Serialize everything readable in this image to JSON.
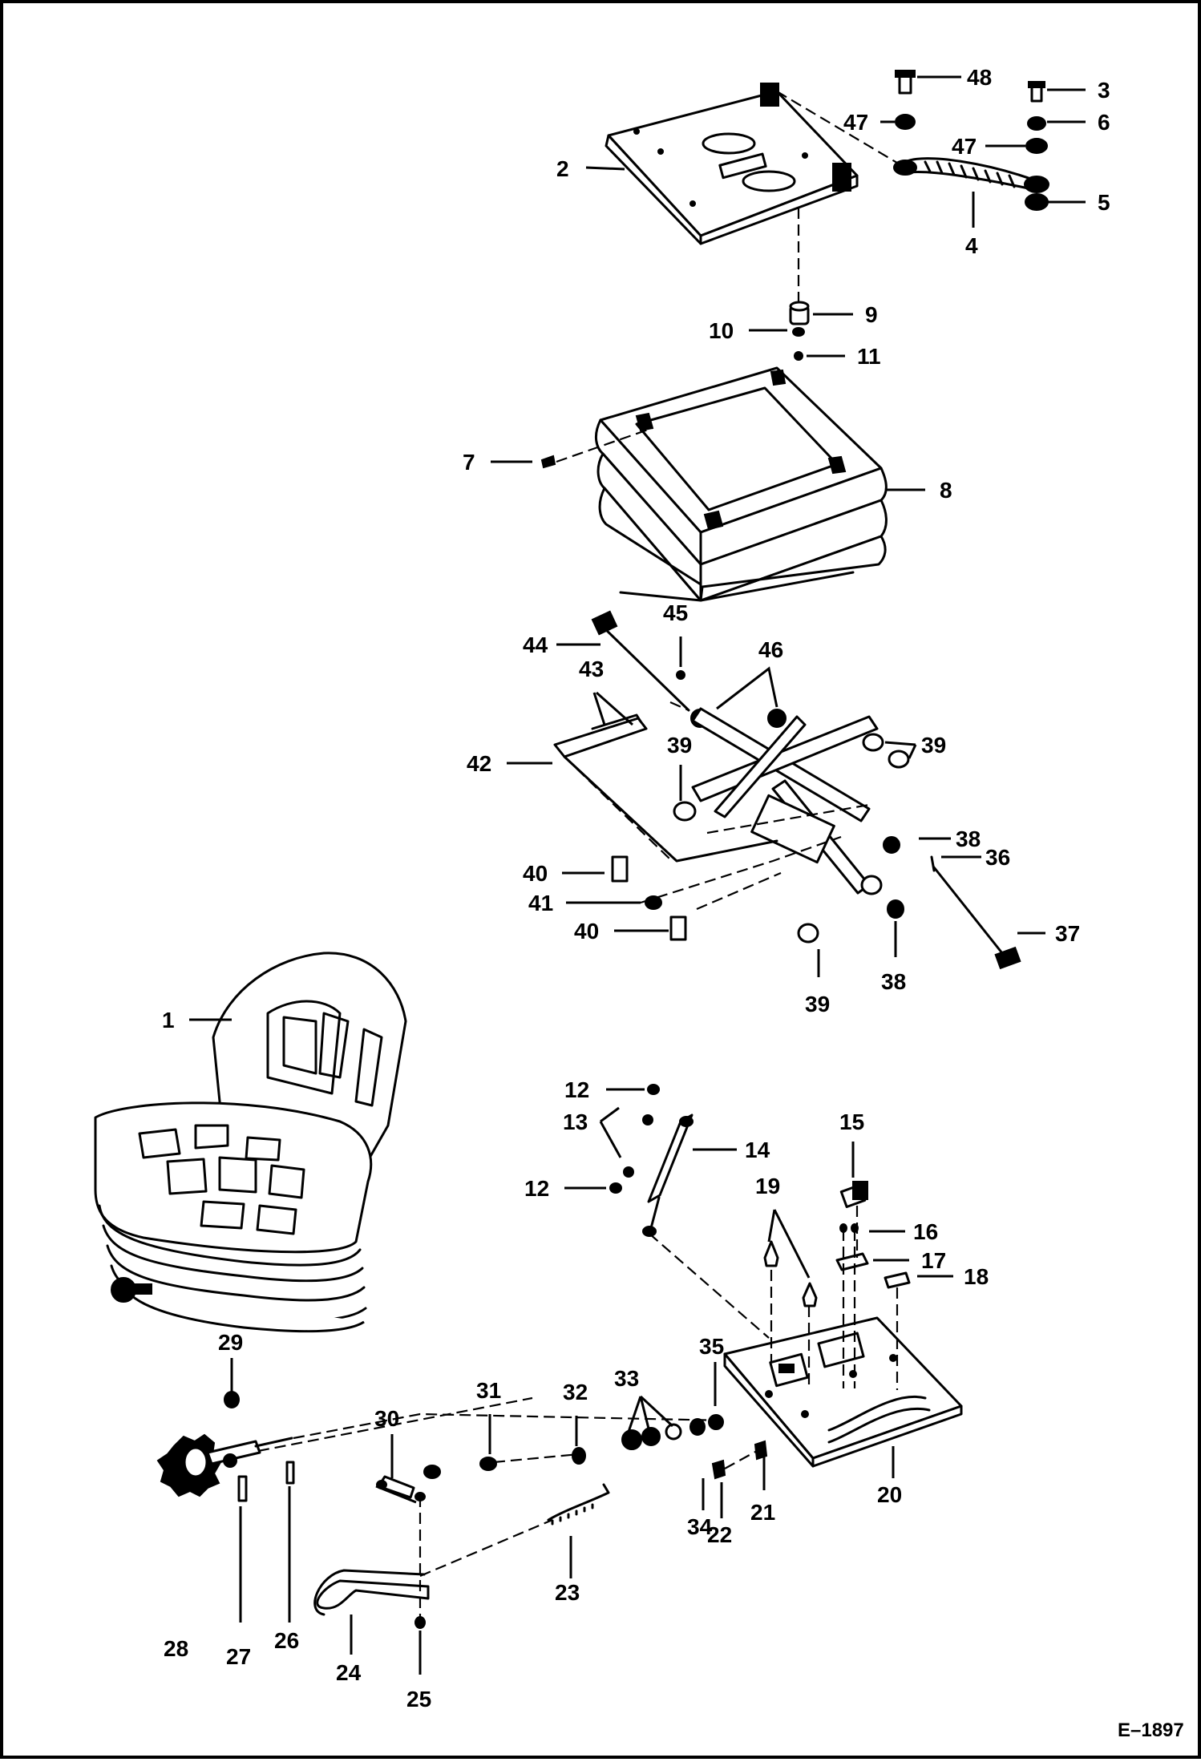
{
  "figure_id": "E–1897",
  "callouts": [
    {
      "id": "c48",
      "text": "48"
    },
    {
      "id": "c3",
      "text": "3"
    },
    {
      "id": "c47a",
      "text": "47"
    },
    {
      "id": "c6",
      "text": "6"
    },
    {
      "id": "c47b",
      "text": "47"
    },
    {
      "id": "c2",
      "text": "2"
    },
    {
      "id": "c5",
      "text": "5"
    },
    {
      "id": "c4",
      "text": "4"
    },
    {
      "id": "c9",
      "text": "9"
    },
    {
      "id": "c10",
      "text": "10"
    },
    {
      "id": "c11",
      "text": "11"
    },
    {
      "id": "c7",
      "text": "7"
    },
    {
      "id": "c8",
      "text": "8"
    },
    {
      "id": "c45",
      "text": "45"
    },
    {
      "id": "c44",
      "text": "44"
    },
    {
      "id": "c46",
      "text": "46"
    },
    {
      "id": "c43",
      "text": "43"
    },
    {
      "id": "c39a",
      "text": "39"
    },
    {
      "id": "c39b",
      "text": "39"
    },
    {
      "id": "c42",
      "text": "42"
    },
    {
      "id": "c38a",
      "text": "38"
    },
    {
      "id": "c36",
      "text": "36"
    },
    {
      "id": "c40a",
      "text": "40"
    },
    {
      "id": "c41",
      "text": "41"
    },
    {
      "id": "c40b",
      "text": "40"
    },
    {
      "id": "c37",
      "text": "37"
    },
    {
      "id": "c38b",
      "text": "38"
    },
    {
      "id": "c39c",
      "text": "39"
    },
    {
      "id": "c1",
      "text": "1"
    },
    {
      "id": "c12a",
      "text": "12"
    },
    {
      "id": "c13",
      "text": "13"
    },
    {
      "id": "c14",
      "text": "14"
    },
    {
      "id": "c15",
      "text": "15"
    },
    {
      "id": "c12b",
      "text": "12"
    },
    {
      "id": "c19",
      "text": "19"
    },
    {
      "id": "c16",
      "text": "16"
    },
    {
      "id": "c17",
      "text": "17"
    },
    {
      "id": "c18",
      "text": "18"
    },
    {
      "id": "c35",
      "text": "35"
    },
    {
      "id": "c31",
      "text": "31"
    },
    {
      "id": "c32",
      "text": "32"
    },
    {
      "id": "c33",
      "text": "33"
    },
    {
      "id": "c30",
      "text": "30"
    },
    {
      "id": "c29",
      "text": "29"
    },
    {
      "id": "c20",
      "text": "20"
    },
    {
      "id": "c21",
      "text": "21"
    },
    {
      "id": "c34",
      "text": "34"
    },
    {
      "id": "c22",
      "text": "22"
    },
    {
      "id": "c23",
      "text": "23"
    },
    {
      "id": "c28",
      "text": "28"
    },
    {
      "id": "c27",
      "text": "27"
    },
    {
      "id": "c26",
      "text": "26"
    },
    {
      "id": "c24",
      "text": "24"
    },
    {
      "id": "c25",
      "text": "25"
    }
  ]
}
